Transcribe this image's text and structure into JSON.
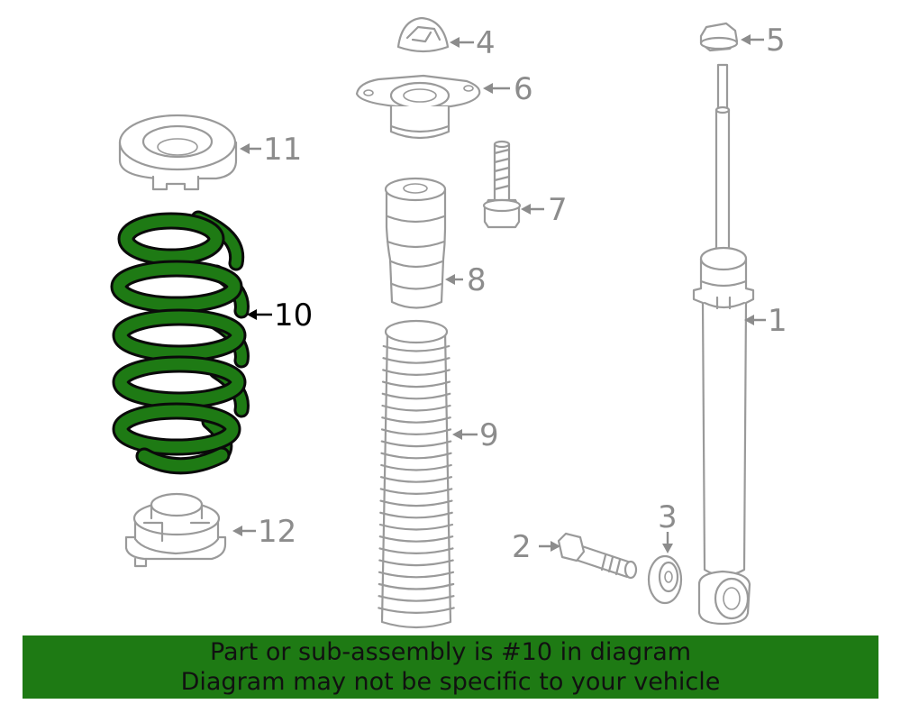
{
  "diagram": {
    "callouts": [
      "1",
      "2",
      "3",
      "4",
      "5",
      "6",
      "7",
      "8",
      "9",
      "10",
      "11",
      "12"
    ],
    "highlighted_part": "10",
    "colors": {
      "highlight_fill": "#1e7a14",
      "highlight_stroke": "#0a0a0a",
      "outline": "#9a9a9a",
      "label": "#8c8c8c",
      "banner_bg": "#1e7a14"
    }
  },
  "banner": {
    "line1": "Part or sub-assembly is #10 in diagram",
    "line2": "Diagram may not be specific to your vehicle"
  }
}
